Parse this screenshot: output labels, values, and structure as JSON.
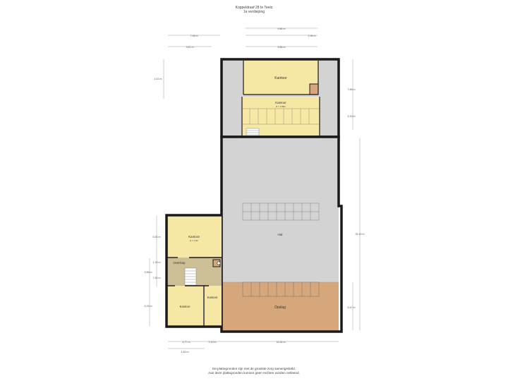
{
  "header": {
    "address": "Koppeldraaf 28 te Teelo",
    "floor": "1e verdieping"
  },
  "rooms": {
    "kantoor_top": "Kantoor",
    "kantoor_top2": "Kantoor",
    "kantoor_top2_height": "H = 1.96m",
    "hal": "Hal",
    "opslag": "Opslag",
    "kantoor_left": "Kantoor",
    "kantoor_left_height": "H = 1.9m",
    "overloop": "Overloop",
    "kantoor_bl": "Kantoor",
    "kantoor_br": "Kantoor"
  },
  "dimensions": {
    "top_right_1": "9.86 m",
    "top_right_2": "1.96 m",
    "top_left_1": "7.06 m",
    "top_left_2": "3.87 m",
    "top_mid": "9.86 m",
    "left_top": "4.43 m",
    "right_a": "7.86 m",
    "right_b": "5.15 m",
    "right_total": "25.10 m",
    "right_bottom": "6.47 m",
    "left_a": "5.53 m",
    "left_b": "1.15 m",
    "left_c": "3.56 m",
    "left_d": "7.63 m",
    "left_e": "5.24 m",
    "bottom_a": "4.77 m",
    "bottom_b": "2.19 m",
    "bottom_c": "15.34 m",
    "bottom_d": "4.83 m"
  },
  "footer": {
    "line1": "De plattegronden zijn met de grootste zorg samengesteld.",
    "line2": "Aan deze plattegronden kunnen geen rechten worden ontleend."
  },
  "colors": {
    "wall": "#1a1a1a",
    "hall": "#d3d3d3",
    "office": "#f6e7a5",
    "storage": "#d6a77a",
    "landing": "#ccbf95"
  }
}
